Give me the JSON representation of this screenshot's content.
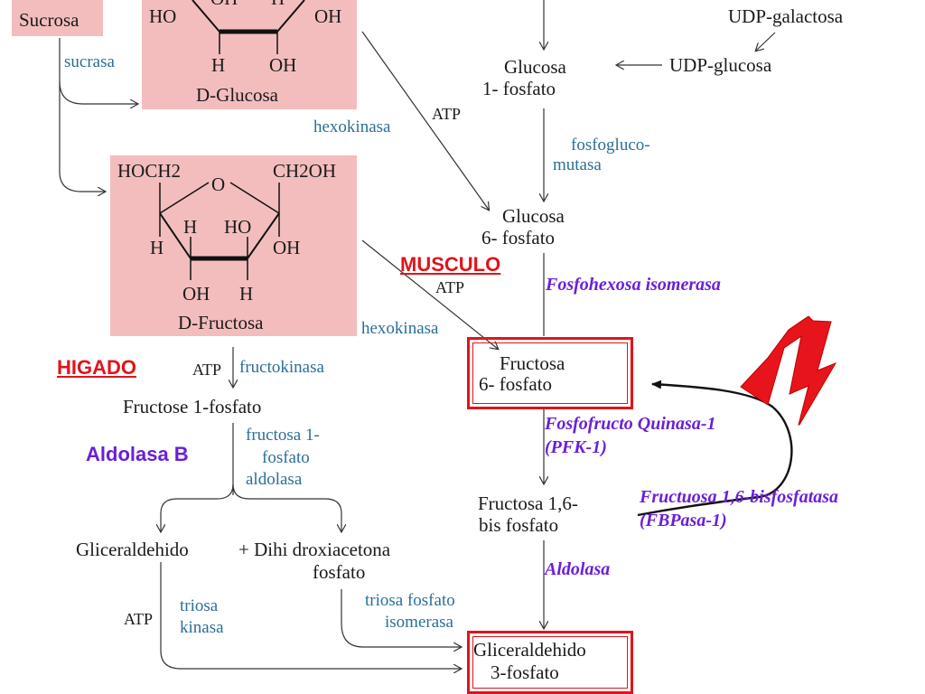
{
  "labels": {
    "sucrosa": "Sucrosa",
    "udp_galactosa": "UDP-galactosa",
    "udp_glucosa": "UDP-glucosa",
    "glucosa1": "Glucosa",
    "glucosa1_fosfato": "1- fosfato",
    "glucosa6": "Glucosa",
    "glucosa6_fosfato": "6- fosfato",
    "fructosa6": "Fructosa",
    "fructosa6_fosfato": "6- fosfato",
    "fructosa16": "Fructosa 1,6-",
    "fructosa16_bis": "bis fosfato",
    "g3p": "Gliceraldehido",
    "g3p_fosfato": "3-fosfato",
    "fructose1p": "Fructose 1-fosfato",
    "gliceraldehido": "Gliceraldehido",
    "dihidroxiacetona": "+ Dihi droxiacetona",
    "dihidroxiacetona_fosfato": "fosfato",
    "d_glucosa": "D-Glucosa",
    "d_fructosa": "D-Fructosa"
  },
  "enzymes": {
    "sucrasa": "sucrasa",
    "hexokinasa1": "hexokinasa",
    "hexokinasa2": "hexokinasa",
    "fosfoglucomutasa1": "fosfogluco-",
    "fosfoglucomutasa2": "mutasa",
    "fructokinasa": "fructokinasa",
    "fructosa1p_aldolasa1": "fructosa 1-",
    "fructosa1p_aldolasa2": "fosfato",
    "fructosa1p_aldolasa3": "aldolasa",
    "triosa_kinasa1": "triosa",
    "triosa_kinasa2": "kinasa",
    "triosa_isomerasa1": "triosa fosfato",
    "triosa_isomerasa2": "isomerasa"
  },
  "atp": {
    "a1": "ATP",
    "a2": "ATP",
    "a3": "ATP",
    "a4": "ATP"
  },
  "highlight": {
    "fosfohexosa": "Fosfohexosa isomerasa",
    "pfk1_line1": "Fosfofructo Quinasa-1",
    "pfk1_line2": "(PFK-1)",
    "fbpasa_line1": "Fructuosa 1,6-bisfosfatasa",
    "fbpasa_line2": "(FBPasa-1)",
    "aldolasa": "Aldolasa"
  },
  "tissue": {
    "musculo": "MUSCULO",
    "higado": "HIGADO",
    "aldolasa_b": "Aldolasa B"
  },
  "structure_glucosa": {
    "ho": "HO",
    "oh_top": "OH",
    "h_top": "H",
    "oh_right": "OH",
    "h_bottom": "H",
    "oh_bottom": "OH"
  },
  "structure_fructosa": {
    "hoch2": "HOCH2",
    "ch2oh": "CH2OH",
    "o": "O",
    "h1": "H",
    "ho": "HO",
    "h_left": "H",
    "oh_right": "OH",
    "oh_bottom": "OH",
    "h_bottom": "H"
  },
  "colors": {
    "pink_box": "#f4bdbd",
    "enzyme_blue": "#2a6f98",
    "highlight_purple": "#6a1fd8",
    "alert_red": "#e0141b"
  }
}
